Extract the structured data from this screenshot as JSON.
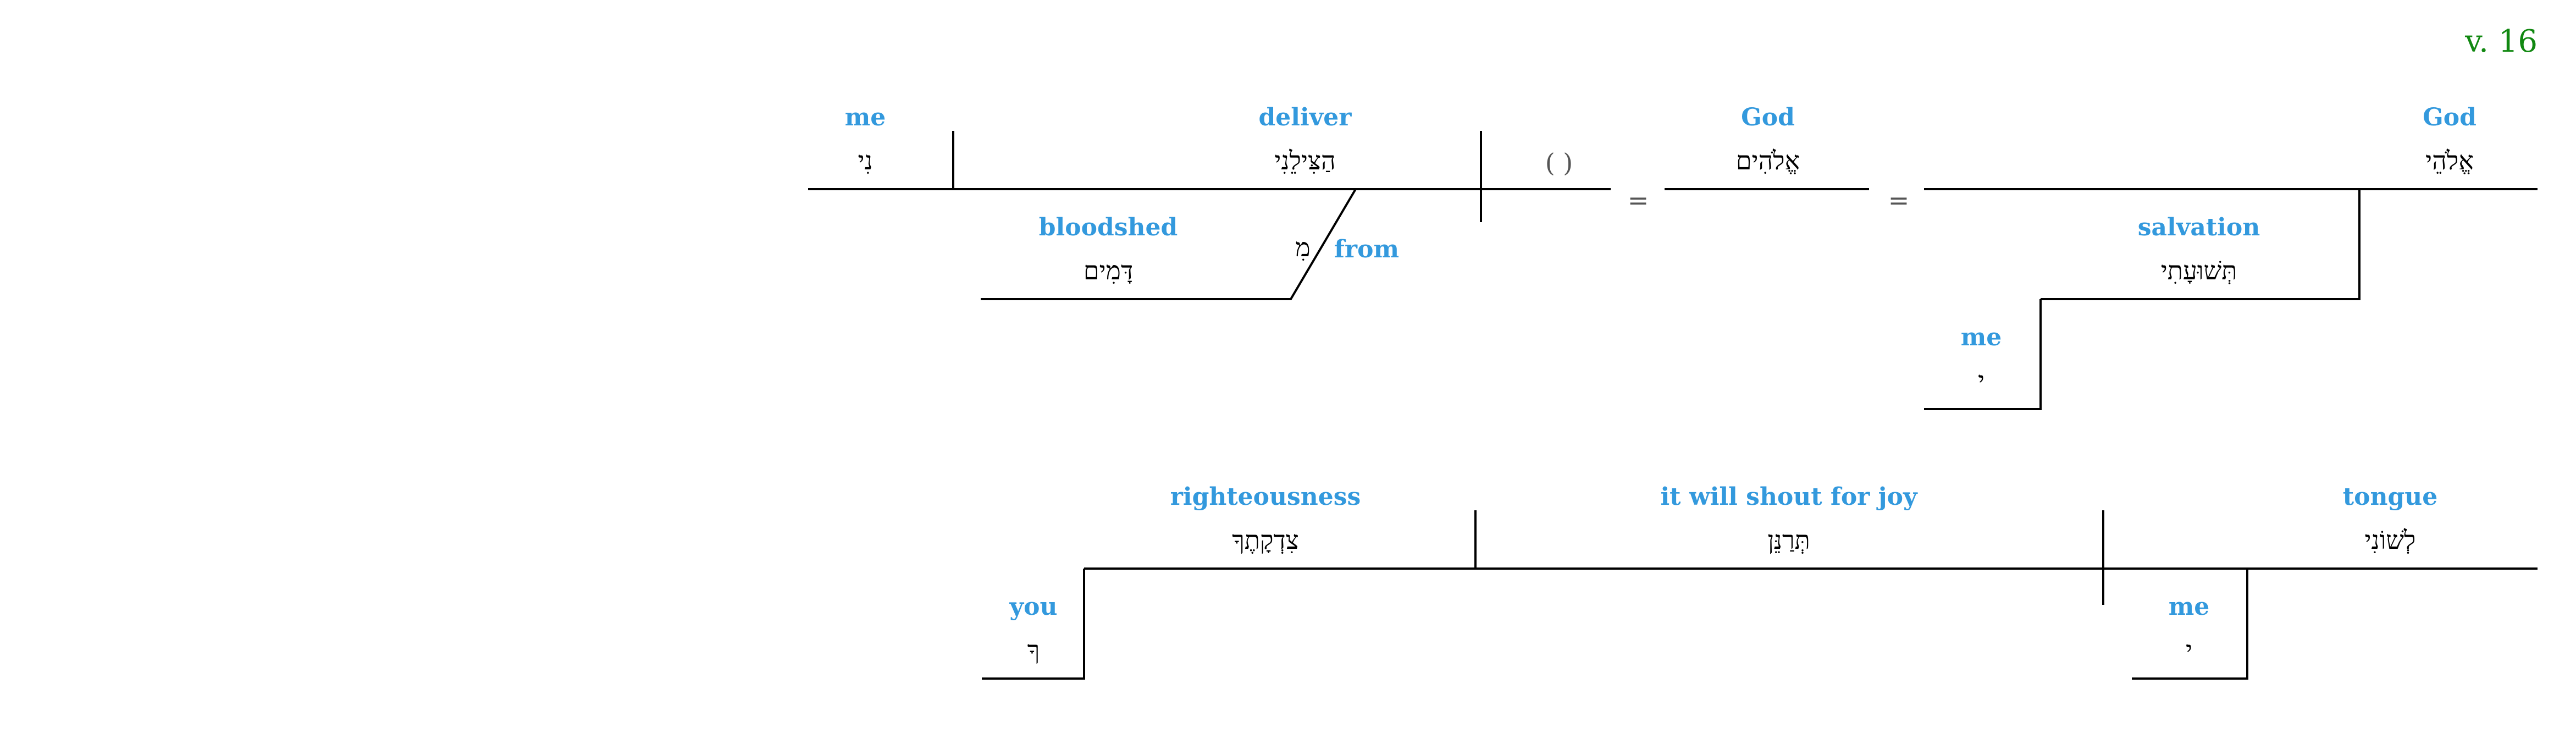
{
  "colors": {
    "gloss": "#3399dd",
    "hebrew": "#000000",
    "verse": "#118811",
    "lines": "#000000",
    "symbol": "#555555"
  },
  "verse_label": "v. 16",
  "clause1": {
    "object": {
      "gloss": "me",
      "hebrew": "נִי"
    },
    "verb": {
      "gloss": "deliver",
      "hebrew": "הַצִּילֵנִי"
    },
    "subject_placeholder": "( )",
    "equals": "=",
    "appositive": {
      "gloss": "God",
      "hebrew": "אֱלֹהִים"
    },
    "vocative": {
      "gloss": "God",
      "hebrew": "אֱלֹהֵי"
    },
    "prep_phrase": {
      "prep_gloss": "from",
      "prep_hebrew": "מִ",
      "object_gloss": "bloodshed",
      "object_hebrew": "דָּמִים"
    },
    "modifier": {
      "gloss": "salvation",
      "hebrew": "תְּשׁוּעָתִי"
    },
    "possessor": {
      "gloss": "me",
      "hebrew": "י"
    }
  },
  "clause2": {
    "object": {
      "gloss": "righteousness",
      "hebrew": "צִדְקָתֶךָ"
    },
    "verb": {
      "gloss": "it will shout for joy",
      "hebrew": "תְּרַנֵּן"
    },
    "subject": {
      "gloss": "tongue",
      "hebrew": "לְשׁוֹנִי"
    },
    "object_possessor": {
      "gloss": "you",
      "hebrew": "ךָ"
    },
    "subject_possessor": {
      "gloss": "me",
      "hebrew": "י"
    }
  }
}
